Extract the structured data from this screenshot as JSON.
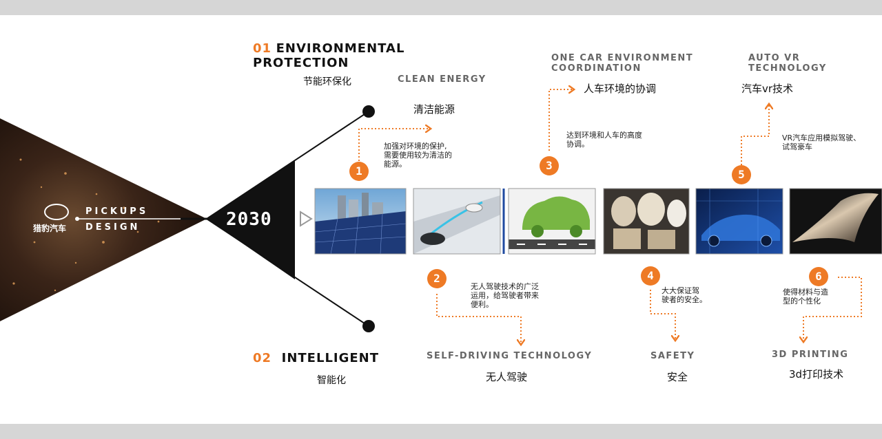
{
  "center": {
    "year": "2030"
  },
  "brand": {
    "logo_cn": "猎豹汽车",
    "word1": "PICKUPS",
    "word2": "DESIGN"
  },
  "branches": {
    "top": {
      "number": "01",
      "title_line1": "ENVIRONMENTAL",
      "title_line2": "PROTECTION",
      "title_cn": "节能环保化"
    },
    "bottom": {
      "number": "02",
      "title": "INTELLIGENT",
      "title_cn": "智能化"
    }
  },
  "items": [
    {
      "num": "1",
      "en": "CLEAN ENERGY",
      "cn": "清洁能源",
      "desc_l1": "加强对环境的保护,",
      "desc_l2": "需要使用较为清洁的",
      "desc_l3": "能源。"
    },
    {
      "num": "2",
      "en": "SELF-DRIVING TECHNOLOGY",
      "cn": "无人驾驶",
      "desc_l1": "无人驾驶技术的广泛",
      "desc_l2": "运用，给驾驶者带来",
      "desc_l3": "便利。"
    },
    {
      "num": "3",
      "en_l1": "ONE CAR ENVIRONMENT",
      "en_l2": "COORDINATION",
      "cn": "人车环境的协调",
      "desc_l1": "达到环境和人车的高度",
      "desc_l2": "协调。"
    },
    {
      "num": "4",
      "en": "SAFETY",
      "cn": "安全",
      "desc_l1": "大大保证驾",
      "desc_l2": "驶者的安全。"
    },
    {
      "num": "5",
      "en_l1": "AUTO VR",
      "en_l2": "TECHNOLOGY",
      "cn": "汽车vr技术",
      "desc_l1": "VR汽车应用模拟驾驶、",
      "desc_l2": "试驾豪车"
    },
    {
      "num": "6",
      "en": "3D PRINTING",
      "cn": "3d打印技术",
      "desc_l1": "使得材料与造",
      "desc_l2": "型的个性化"
    }
  ],
  "colors": {
    "accent": "#ee7a25",
    "dark": "#111111",
    "bg": "#ffffff",
    "frame": "#d6d6d6"
  }
}
